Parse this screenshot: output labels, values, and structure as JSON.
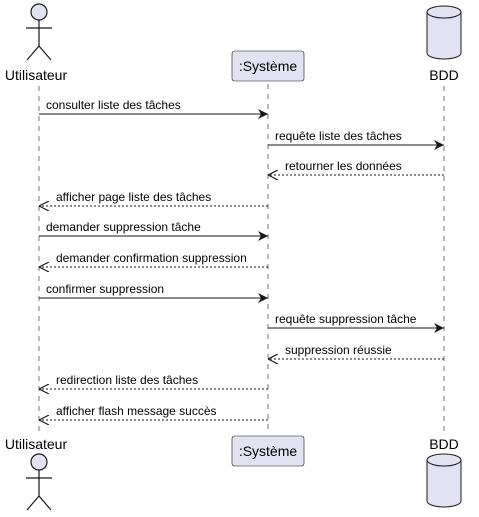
{
  "participants": {
    "actor": {
      "label": "Utilisateur",
      "icon": "stick-figure-icon"
    },
    "system": {
      "label": ":Système"
    },
    "database": {
      "label": "BDD",
      "icon": "database-cylinder-icon"
    }
  },
  "messages": [
    {
      "from": "actor",
      "to": "system",
      "style": "solid",
      "label": "consulter liste des tâches"
    },
    {
      "from": "system",
      "to": "database",
      "style": "solid",
      "label": "requête liste des tâches"
    },
    {
      "from": "database",
      "to": "system",
      "style": "dashed",
      "label": "retourner les données"
    },
    {
      "from": "system",
      "to": "actor",
      "style": "dashed",
      "label": "afficher page liste des tâches"
    },
    {
      "from": "actor",
      "to": "system",
      "style": "solid",
      "label": "demander suppression tâche"
    },
    {
      "from": "system",
      "to": "actor",
      "style": "dashed",
      "label": "demander confirmation suppression"
    },
    {
      "from": "actor",
      "to": "system",
      "style": "solid",
      "label": "confirmer suppression"
    },
    {
      "from": "system",
      "to": "database",
      "style": "solid",
      "label": "requête suppression tâche"
    },
    {
      "from": "database",
      "to": "system",
      "style": "dashed",
      "label": "suppression réussie"
    },
    {
      "from": "system",
      "to": "actor",
      "style": "dashed",
      "label": "redirection liste des tâches"
    },
    {
      "from": "system",
      "to": "actor",
      "style": "dashed",
      "label": "afficher flash message succès"
    }
  ],
  "colors": {
    "participant_fill": "#e2e2f0",
    "participant_stroke": "#181818",
    "lifeline": "#181818",
    "arrow": "#181818"
  }
}
